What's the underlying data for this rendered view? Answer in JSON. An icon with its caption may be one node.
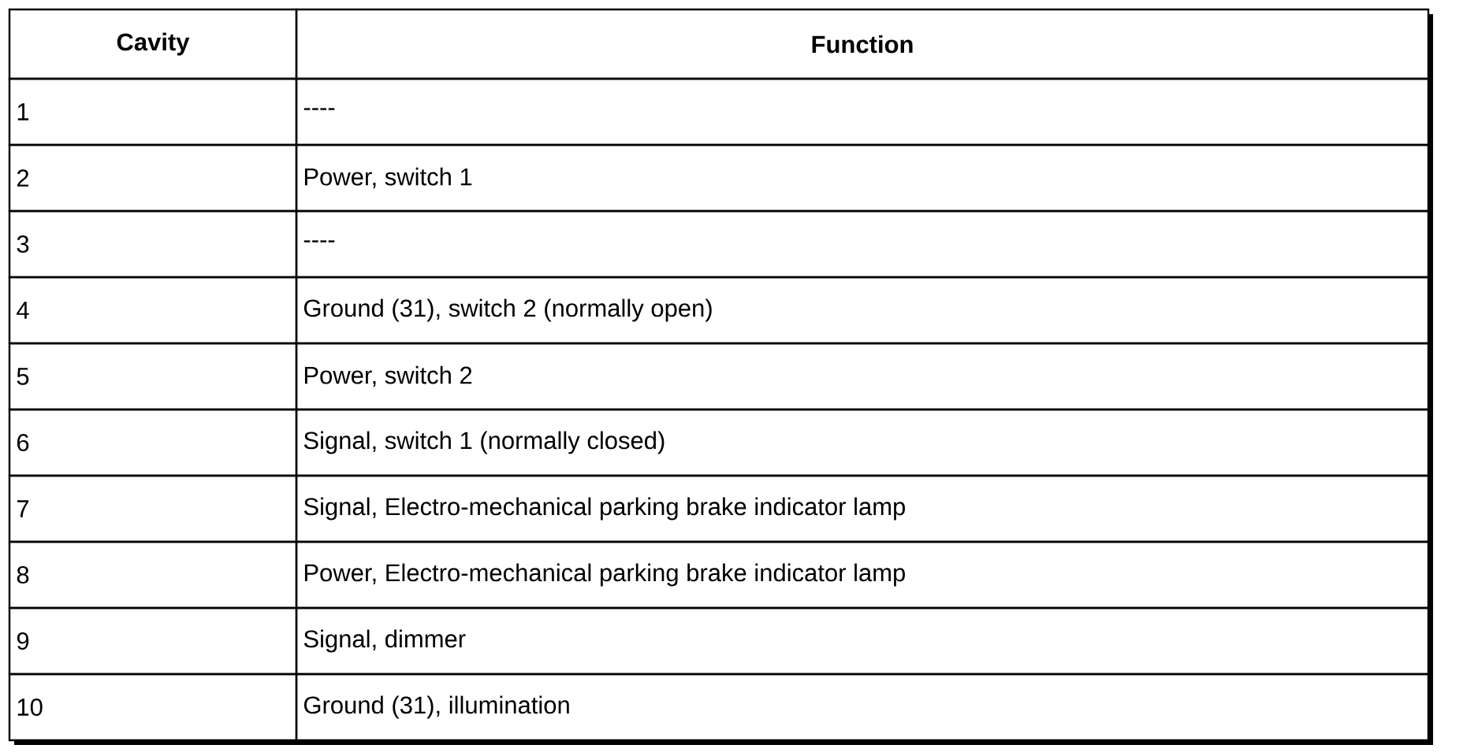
{
  "diagram": {
    "labels": [
      "Cavity",
      "Function",
      "1",
      "----",
      "2",
      "Power, switch 1",
      "3",
      "----",
      "4",
      "Ground (31), switch 2 (normally open)",
      "5",
      "Power, switch 2",
      "6",
      "Signal, switch 1 (normally closed)",
      "7",
      "Signal, Electro-mechanical parking brake indicator lamp",
      "8",
      "Power, Electro-mechanical parking brake indicator lamp",
      "9",
      "Signal, dimmer",
      "10",
      "Ground (31), illumination"
    ]
  }
}
